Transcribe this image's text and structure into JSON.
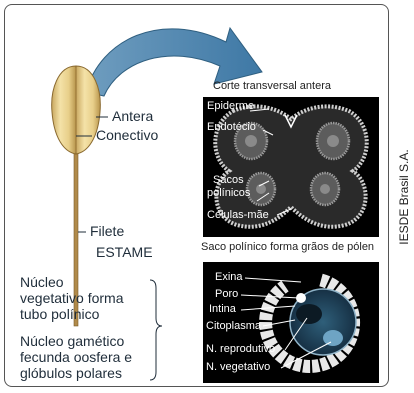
{
  "credit": "IESDE Brasil S.A.",
  "stamen": {
    "antera": "Antera",
    "conectivo": "Conectivo",
    "filete": "Filete",
    "estame": "ESTAME"
  },
  "cross_section": {
    "caption": "Corte transversal antera",
    "labels": {
      "epiderme": "Epiderme",
      "endotecio": "Endotécio",
      "sacos_line1": "Sacos",
      "sacos_line2": "polínicos",
      "celulas_mae": "Células-mãe"
    }
  },
  "pollen_sac": {
    "caption": "Saco polínico forma grãos de pólen",
    "labels": {
      "exina": "Exina",
      "poro": "Poro",
      "intina": "Intina",
      "citoplasma": "Citoplasma",
      "n_reprodutivo": "N. reprodutivo",
      "n_vegetativo": "N. vegetativo"
    }
  },
  "notes": {
    "vegetativo": [
      "Núcleo",
      "vegetativo forma",
      "tubo polínico"
    ],
    "gametico": [
      "Núcleo gamético",
      "fecunda oosfera e",
      "glóbulos polares"
    ]
  }
}
